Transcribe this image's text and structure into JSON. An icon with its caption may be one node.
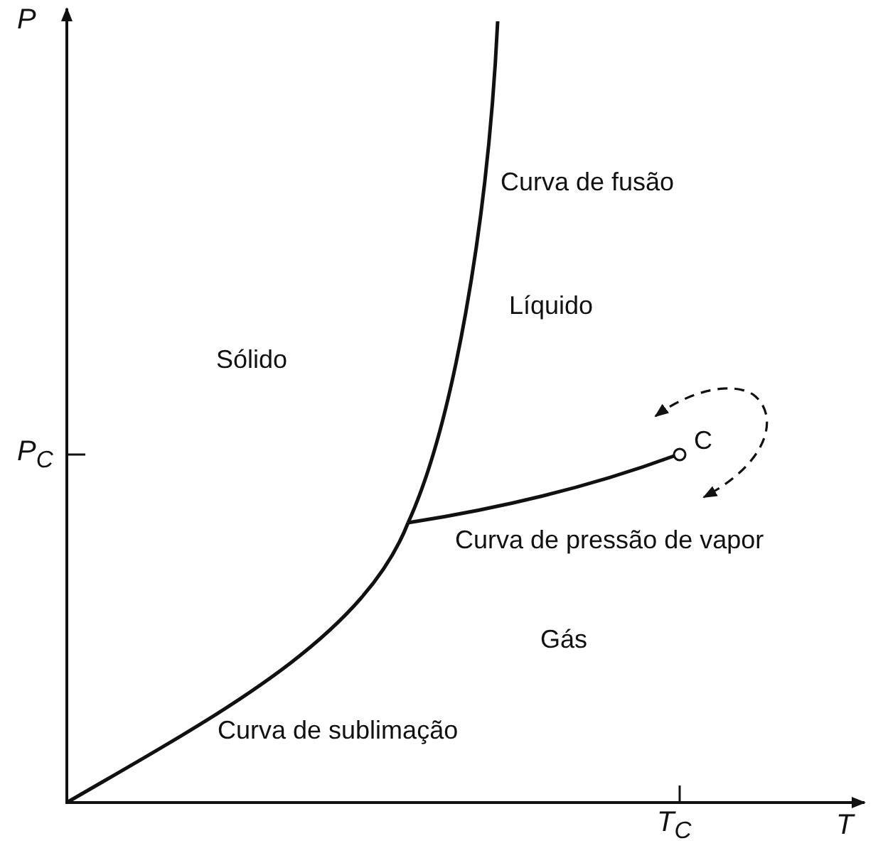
{
  "diagram": {
    "labels": [
      "P",
      "Curva de fusão",
      "Líquido",
      "Sólido",
      "P$_{C}$",
      "C",
      "Curva de pressão de vapor",
      "Gás",
      "Curva de sublimação",
      "T$_{C}$",
      "T"
    ]
  }
}
